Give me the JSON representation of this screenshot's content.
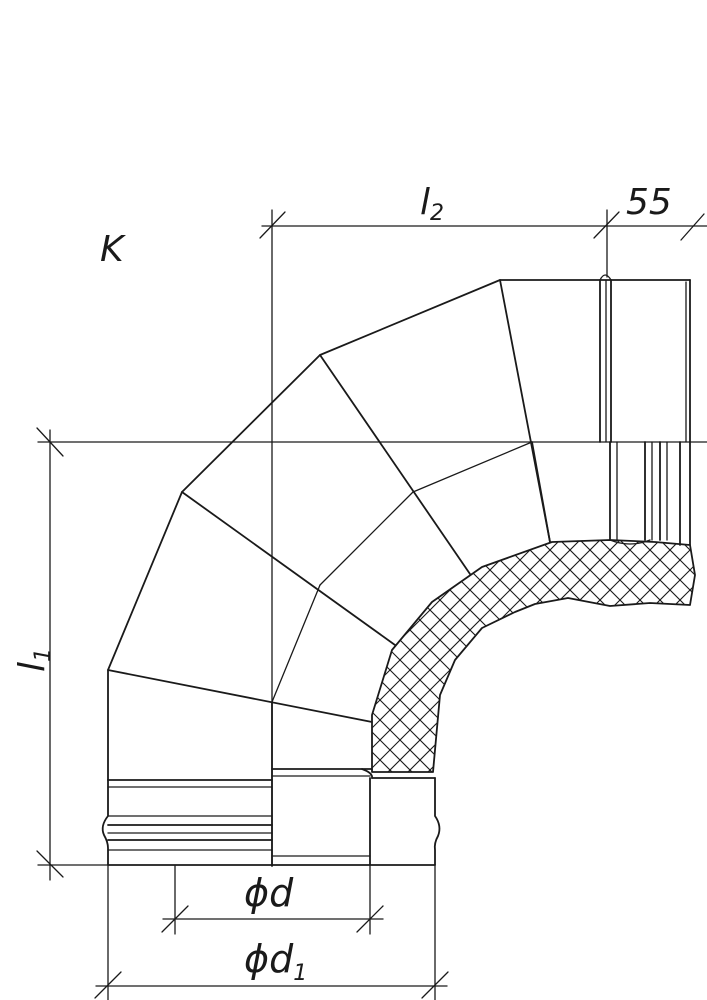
{
  "labels": {
    "view": "K",
    "l2": "l",
    "l2_sub": "2",
    "dim55": "55",
    "l1": "l",
    "l1_sub": "1",
    "phi": "ϕ",
    "d": "d",
    "d1": "d",
    "d1_sub": "1"
  },
  "colors": {
    "line": "#1a1a1a",
    "background": "#ffffff"
  }
}
